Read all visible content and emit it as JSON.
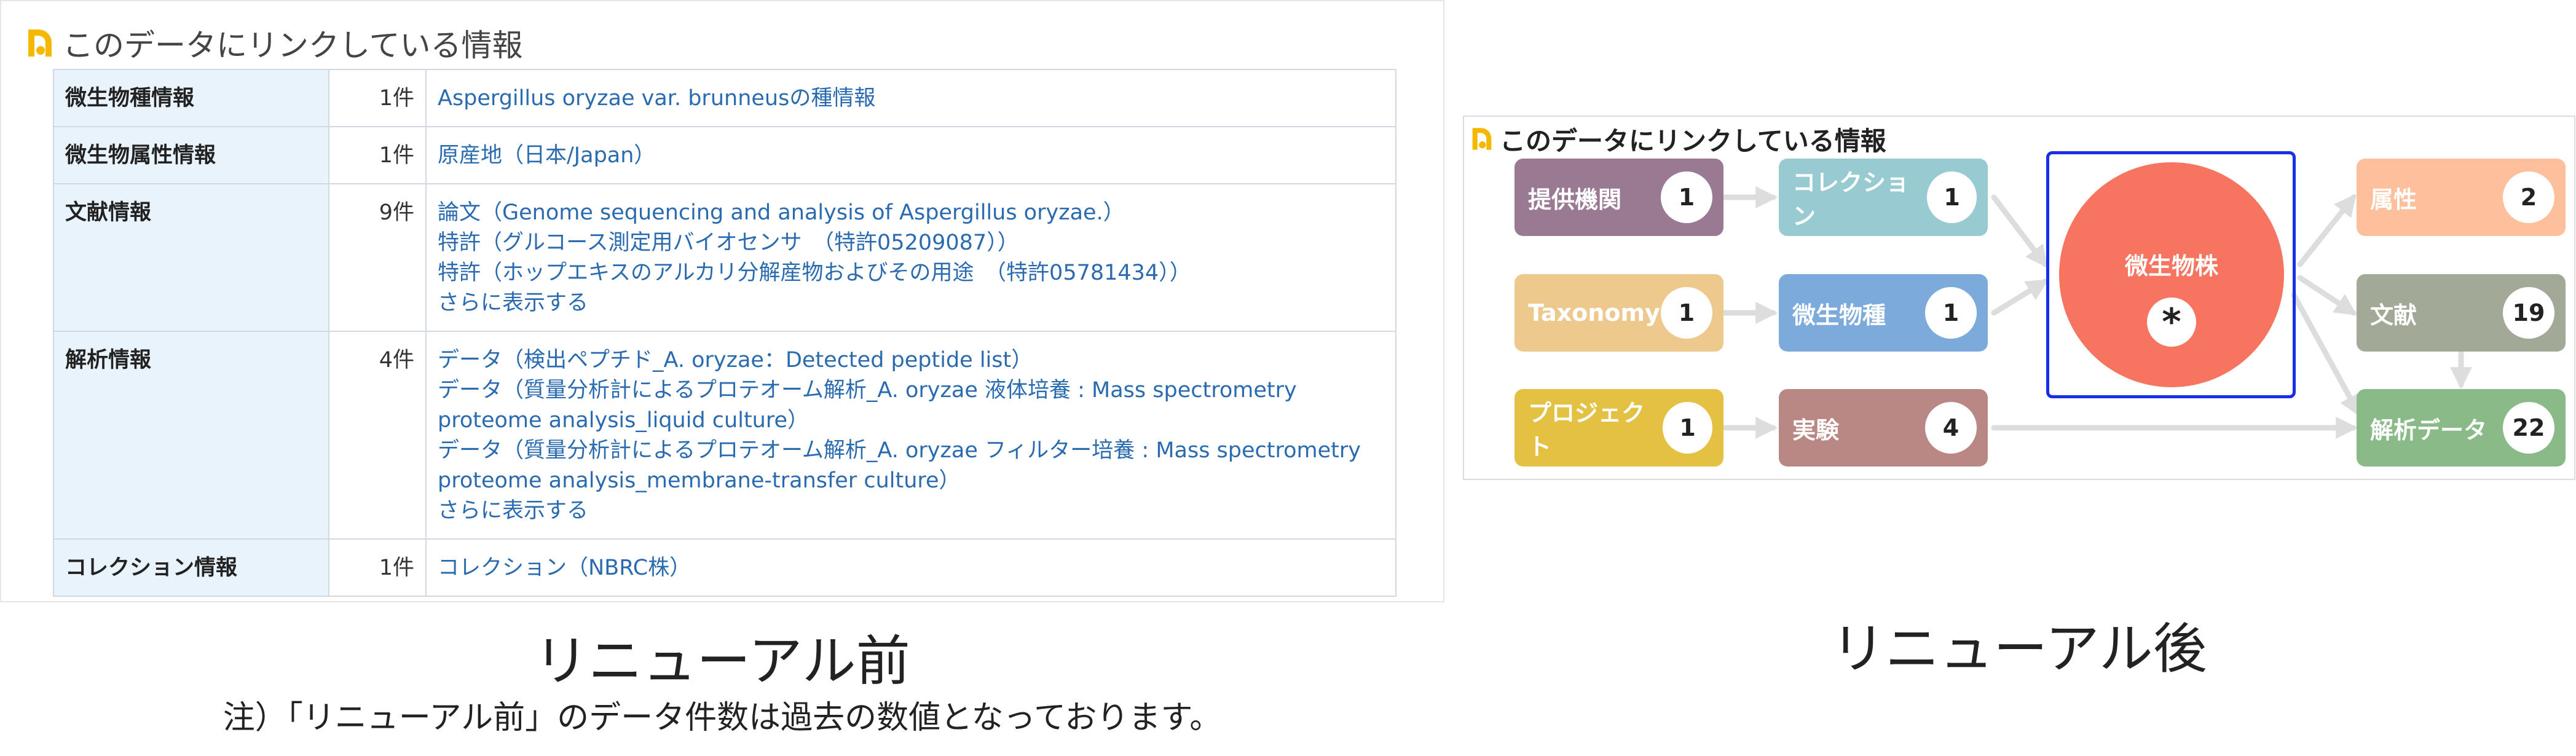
{
  "before": {
    "title": "このデータにリンクしている情報",
    "rows": [
      {
        "category": "微生物種情報",
        "count": "1件",
        "links": [
          "Aspergillus oryzae var. brunneusの種情報"
        ]
      },
      {
        "category": "微生物属性情報",
        "count": "1件",
        "links": [
          "原産地（日本/Japan）"
        ]
      },
      {
        "category": "文献情報",
        "count": "9件",
        "links": [
          "論文（Genome sequencing and analysis of Aspergillus oryzae.）",
          "特許（グルコース測定用バイオセンサ　（特許05209087））",
          "特許（ホップエキスのアルカリ分解産物およびその用途　（特許05781434））",
          "さらに表示する"
        ]
      },
      {
        "category": "解析情報",
        "count": "4件",
        "links": [
          "データ（検出ペプチド_A. oryzae：Detected peptide list）",
          "データ（質量分析計によるプロテオーム解析_A. oryzae 液体培養 : Mass spectrometry proteome analysis_liquid culture）",
          "データ（質量分析計によるプロテオーム解析_A. oryzae フィルター培養 : Mass spectrometry proteome analysis_membrane-transfer culture）",
          "さらに表示する"
        ]
      },
      {
        "category": "コレクション情報",
        "count": "1件",
        "links": [
          "コレクション（NBRC株）"
        ]
      }
    ],
    "caption": "リニューアル前",
    "note": "注）「リニューアル前」のデータ件数は過去の数値となっております。"
  },
  "after": {
    "title": "このデータにリンクしている情報",
    "nodes": [
      {
        "label": "提供機関",
        "count": "1",
        "color": "#9a7a93"
      },
      {
        "label": "Taxonomy",
        "count": "1",
        "color": "#edc98e"
      },
      {
        "label": "プロジェクト",
        "count": "1",
        "color": "#e4c143"
      },
      {
        "label": "コレクション",
        "count": "1",
        "color": "#98cbd1"
      },
      {
        "label": "微生物種",
        "count": "1",
        "color": "#7cabdb"
      },
      {
        "label": "実験",
        "count": "4",
        "color": "#b98885"
      },
      {
        "label": "属性",
        "count": "2",
        "color": "#fdbf9c"
      },
      {
        "label": "文献",
        "count": "19",
        "color": "#a2a996"
      },
      {
        "label": "解析データ",
        "count": "22",
        "color": "#8bba89"
      }
    ],
    "center": {
      "label": "微生物株",
      "symbol": "*",
      "color": "#f67460",
      "border_color": "#1a2ee8"
    },
    "caption": "リニューアル後"
  },
  "colors": {
    "link": "#2a6bb0",
    "category_bg": "#e8f3fc",
    "arrow": "#dddddd",
    "mark": "#f5b800"
  }
}
